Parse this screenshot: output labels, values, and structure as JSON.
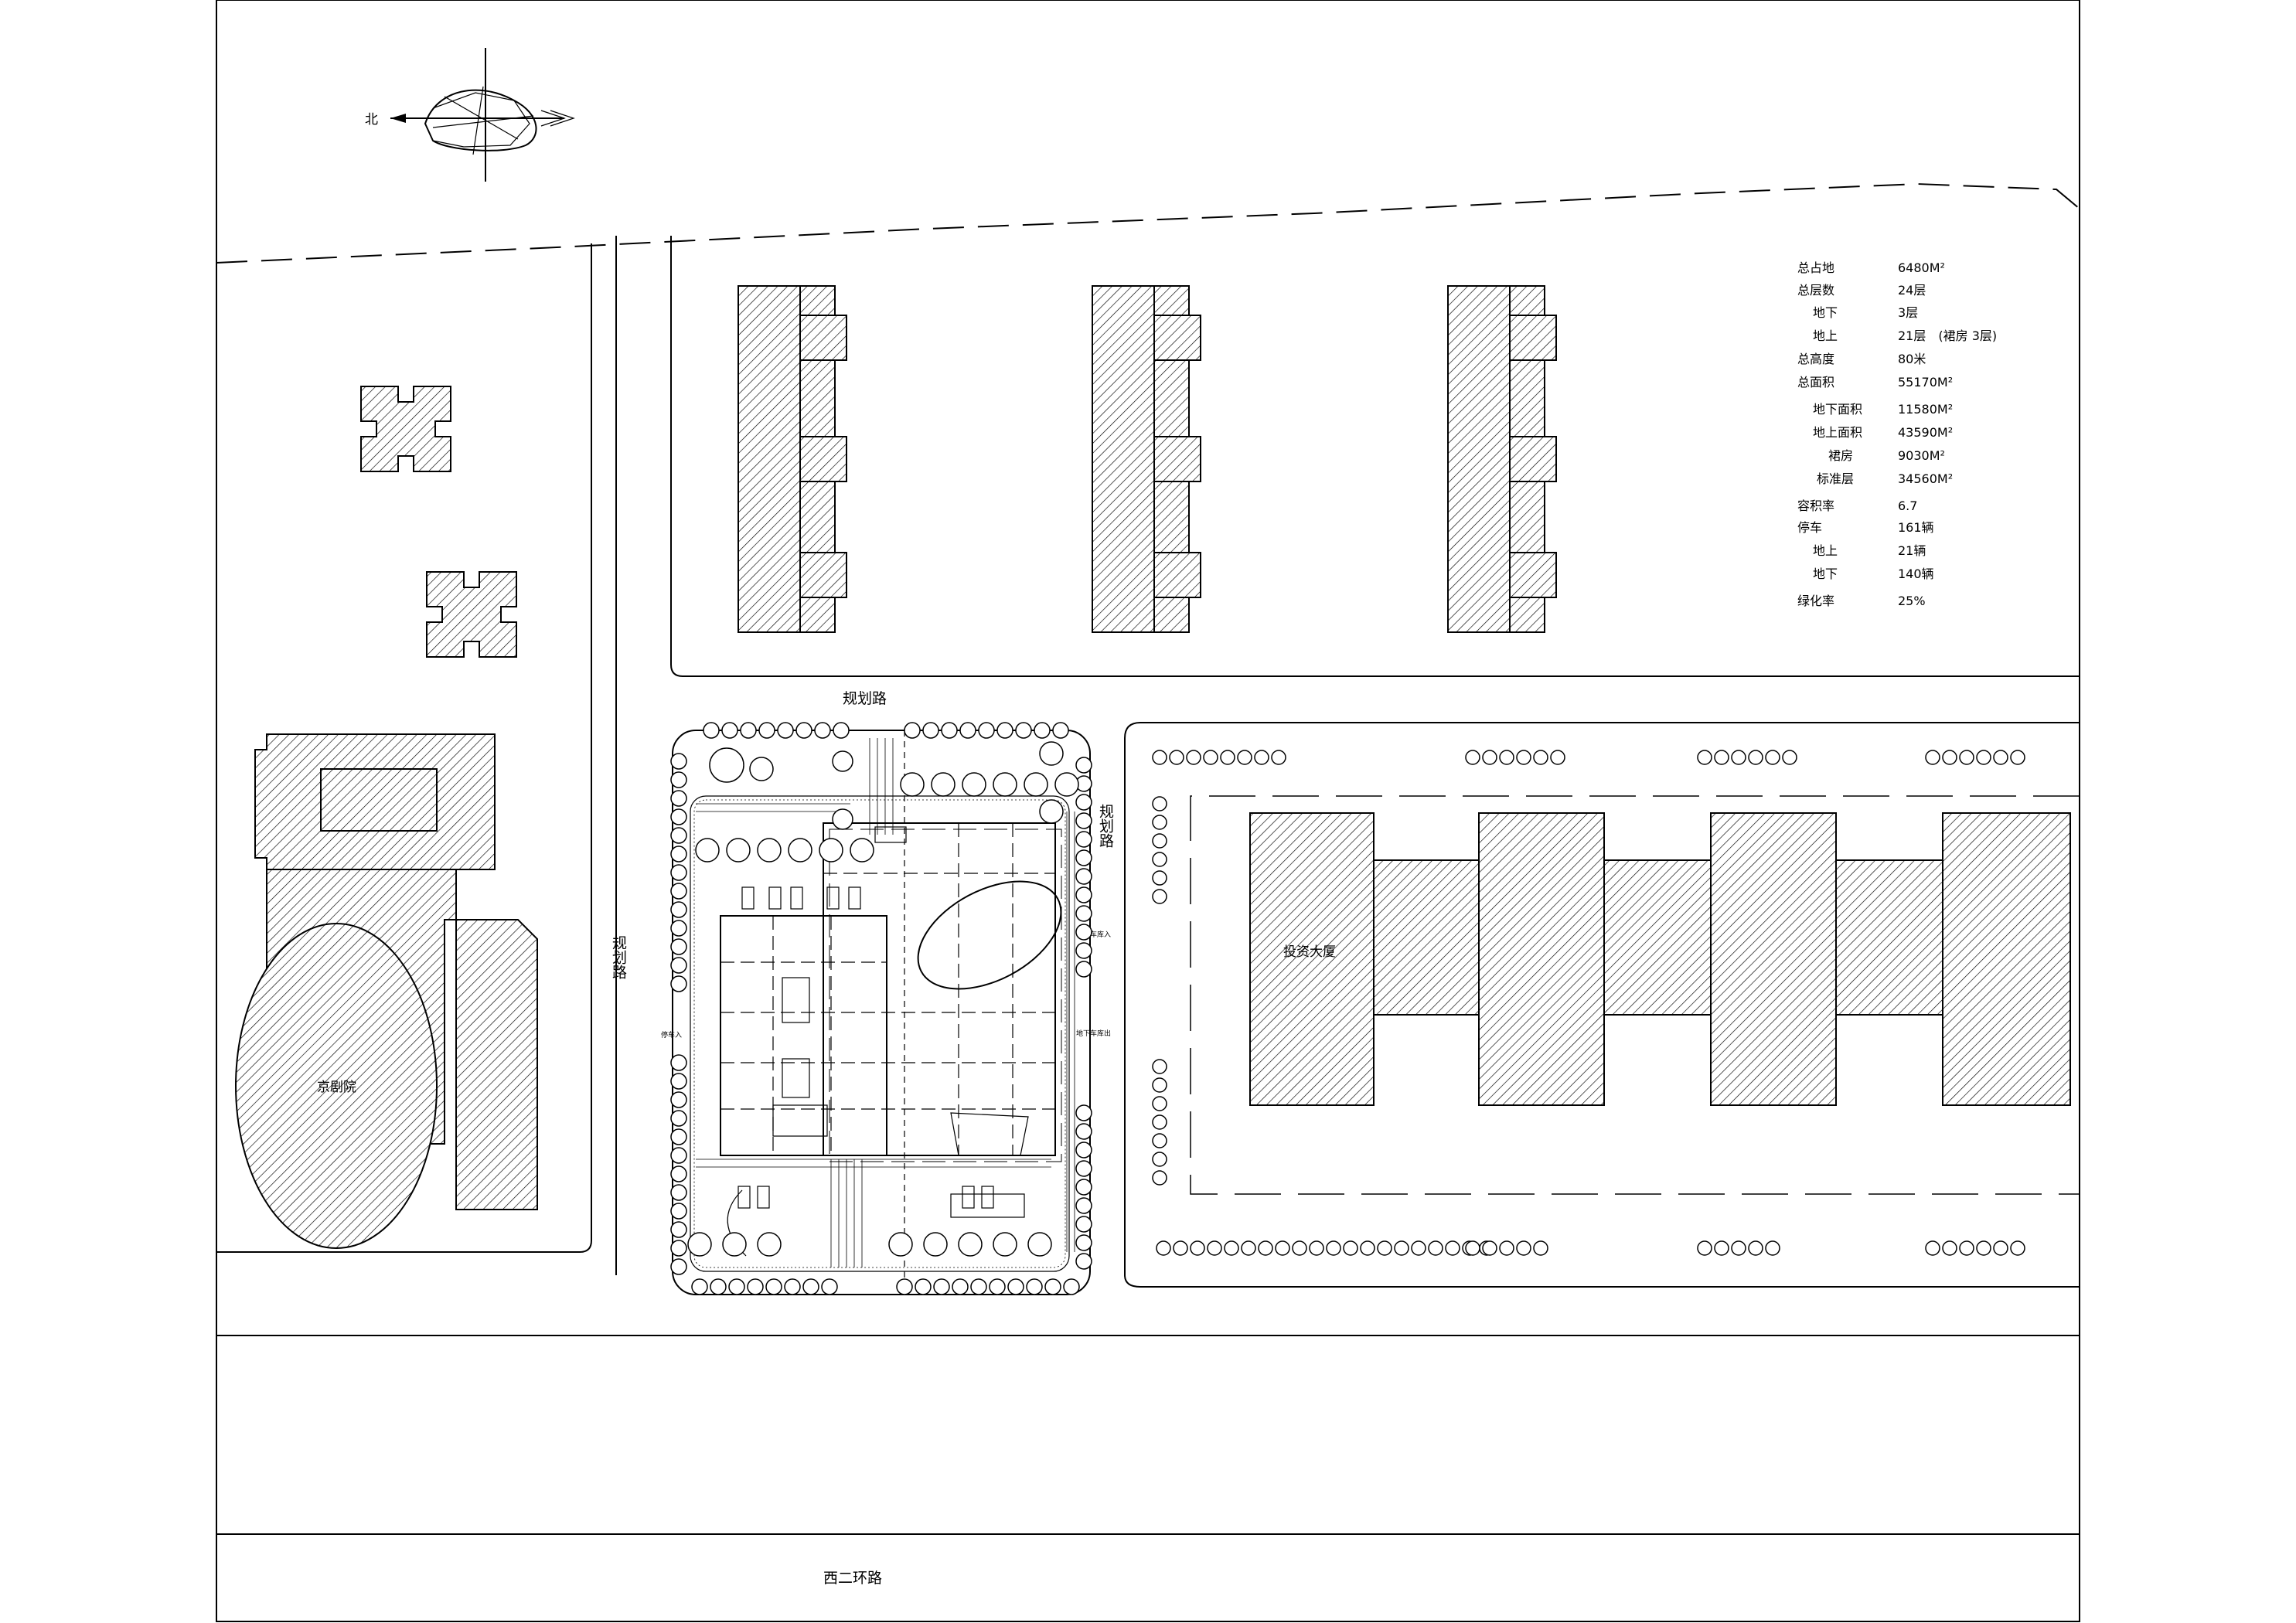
{
  "compass": {
    "north_label": "北"
  },
  "roads": {
    "planned_top": "规划路",
    "planned_left": "规划路",
    "planned_right": "规划路",
    "west_ring": "西二环路"
  },
  "buildings": {
    "theater": "京剧院",
    "investment_tower": "投资大厦"
  },
  "site_labels": {
    "entrance_left": "停车入",
    "entrance_right_top": "地下车库入",
    "entrance_right_bottom": "地下车库出"
  },
  "stats": [
    {
      "label": "总占地",
      "value": "6480M²"
    },
    {
      "label": "总层数",
      "value": "24层"
    },
    {
      "label": "地下",
      "value": "3层"
    },
    {
      "label": "地上",
      "value": "21层　(裙房 3层)"
    },
    {
      "label": "总高度",
      "value": "80米"
    },
    {
      "label": "总面积",
      "value": "55170M²"
    },
    {
      "label": "地下面积",
      "value": "11580M²"
    },
    {
      "label": "地上面积",
      "value": "43590M²"
    },
    {
      "label": "裙房",
      "value": "9030M²"
    },
    {
      "label": "标准层",
      "value": "34560M²"
    },
    {
      "label": "容积率",
      "value": "6.7"
    },
    {
      "label": "停车",
      "value": "161辆"
    },
    {
      "label": "地上",
      "value": "21辆"
    },
    {
      "label": "地下",
      "value": "140辆"
    },
    {
      "label": "绿化率",
      "value": "25%"
    }
  ],
  "colors": {
    "line": "#000000",
    "background": "#ffffff"
  }
}
